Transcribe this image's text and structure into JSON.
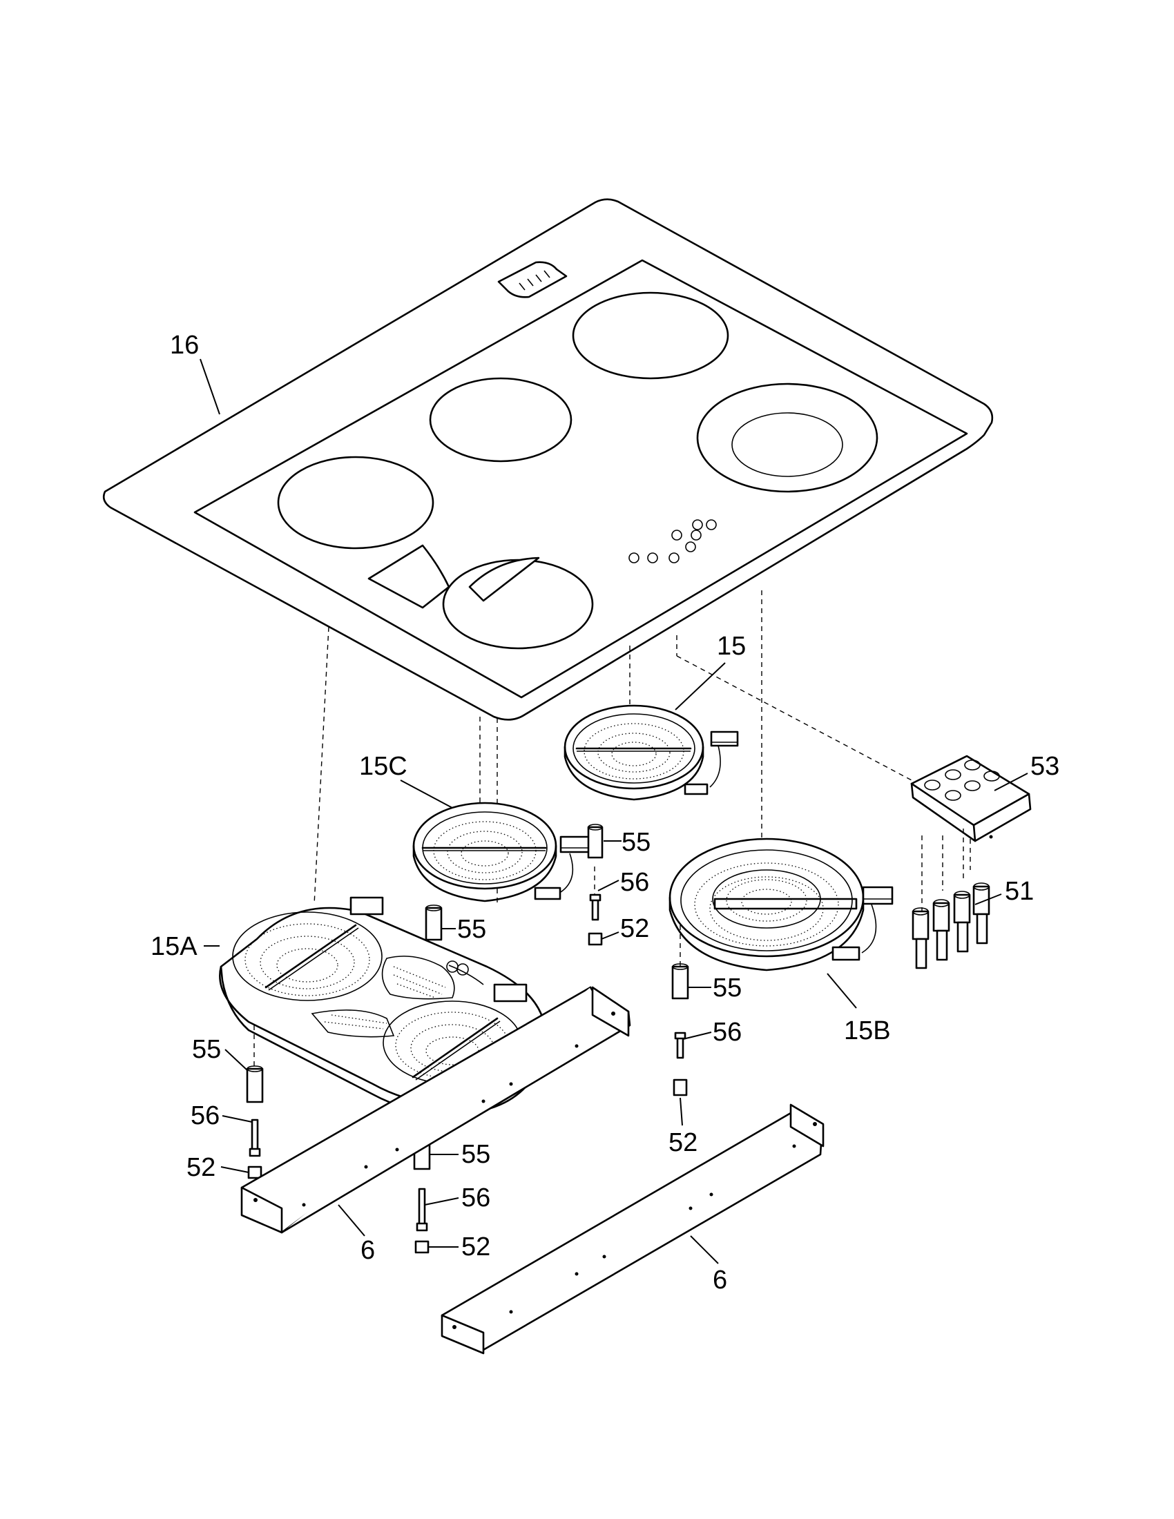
{
  "callouts": {
    "c16": "16",
    "c15": "15",
    "c15c": "15C",
    "c15a": "15A",
    "c15b": "15B",
    "c53": "53",
    "c51": "51",
    "c55_a": "55",
    "c56_a": "56",
    "c52_a": "52",
    "c55_b": "55",
    "c55_c": "55",
    "c56_c": "56",
    "c52_c": "52",
    "c55_d": "55",
    "c56_d": "56",
    "c52_d": "52",
    "c55_e": "55",
    "c56_e": "56",
    "c52_e": "52",
    "c6_a": "6",
    "c6_b": "6"
  },
  "colors": {
    "line": "#000000",
    "glass": "#d9d9d9",
    "background": "#ffffff"
  }
}
